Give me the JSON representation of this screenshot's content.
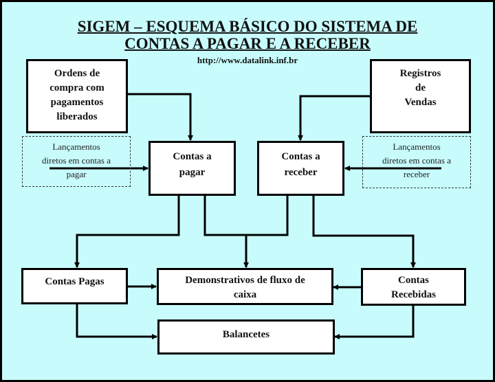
{
  "title": {
    "line1": "SIGEM – ESQUEMA BÁSICO DO SISTEMA DE",
    "line2": "CONTAS A PAGAR E A RECEBER",
    "url": "http://www.datalink.inf.br"
  },
  "nodes": {
    "ordens": [
      "Ordens de",
      "compra com",
      "pagamentos",
      "liberados"
    ],
    "registros": [
      "Registros",
      "de",
      "Vendas"
    ],
    "lanc_pagar": [
      "Lançamentos",
      "diretos em contas a",
      "pagar"
    ],
    "lanc_receber": [
      "Lançamentos",
      "diretos em contas a",
      "receber"
    ],
    "contas_pagar": [
      "Contas a",
      "pagar"
    ],
    "contas_receber": [
      "Contas a",
      "receber"
    ],
    "contas_pagas": "Contas Pagas",
    "demonstrativos": [
      "Demonstrativos de fluxo de",
      "caixa"
    ],
    "contas_recebidas": [
      "Contas",
      "Recebidas"
    ],
    "balancetes": "Balancetes"
  },
  "colors": {
    "background": "#c8fcfc",
    "box": "#ffffff",
    "line": "#000000"
  }
}
